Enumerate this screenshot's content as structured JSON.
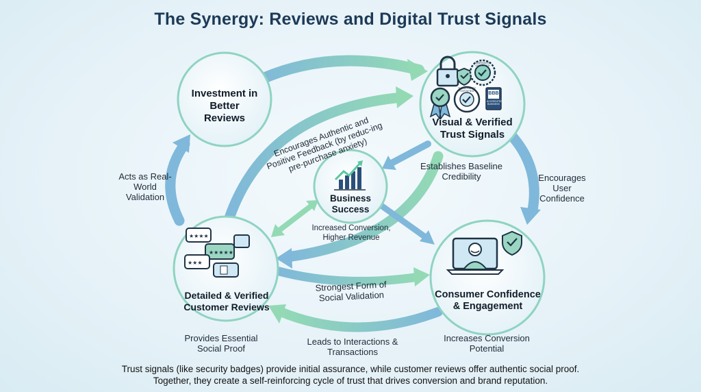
{
  "title": "The Synergy: Reviews and Digital Trust Signals",
  "nodes": {
    "investment": "Investment in Better Reviews",
    "trust_signals": "Visual & Verified Trust Signals",
    "business": "Business Success",
    "reviews": "Detailed & Verified Customer Reviews",
    "consumer": "Consumer Confidence & Engagement"
  },
  "edges": {
    "encourages_feedback": "Encourages Authentic and Positive Feedback (by reduc-ing pre-purchase anxiety)",
    "real_world": "Acts as Real-World Validation",
    "baseline": "Establishes Baseline Credibility",
    "user_confidence": "Encourages User Confidence",
    "conversion_revenue": "Increased Conversion, Higher Revenue",
    "strongest": "Strongest Form of Social Validation",
    "essential": "Provides Essential Social Proof",
    "interactions": "Leads to Interactions & Transactions",
    "conversion_potential": "Increases Conversion Potential"
  },
  "badges": {
    "guarantee": "GUARANTEE CERTIFIED",
    "third_party": "THIRD PARTY CERTIFIED",
    "bbb": "BBB",
    "bbb_sub": "ACCREDITED BUSINESS"
  },
  "footer": {
    "line1": "Trust signals (like security badges) provide initial assurance, while customer reviews offer authentic social proof.",
    "line2": "Together, they create a self-reinforcing cycle of trust that drives conversion and brand reputation."
  },
  "colors": {
    "title": "#1d3a57",
    "arrow_blue": "#7fb8da",
    "arrow_green": "#93dab4",
    "node_border": "#8fd3c1"
  }
}
